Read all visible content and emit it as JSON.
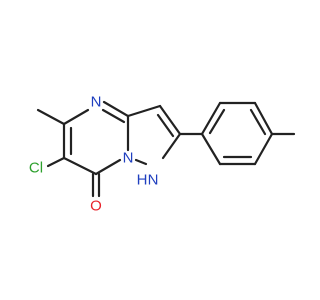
{
  "molecule": {
    "atoms": {
      "cl": "Cl",
      "o": "O",
      "n4": "N",
      "n1": "N",
      "nh_n": "N",
      "nh_h": "H"
    },
    "colors": {
      "bond": "#222222",
      "chlorine": "#2ca02c",
      "oxygen": "#e8232b",
      "nitrogen": "#1f3fbf"
    }
  }
}
